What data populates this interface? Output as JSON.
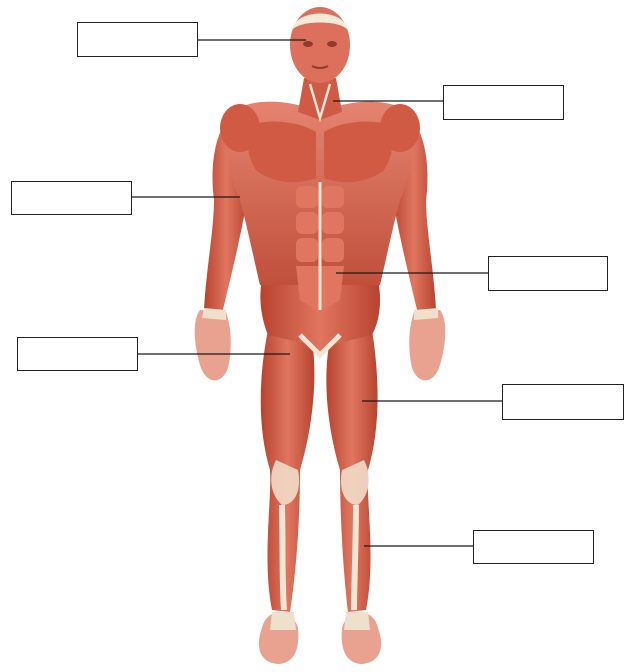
{
  "diagram": {
    "colors": {
      "muscle": "#d9634f",
      "muscle_dark": "#b2412f",
      "muscle_light": "#ec8f7c",
      "tendon": "#f3e5d3",
      "bone": "#f6ede0",
      "leader_line": "#1a1a1a",
      "box_border": "#222222",
      "background": "#ffffff"
    },
    "labels": [
      {
        "id": "b1",
        "text": ""
      },
      {
        "id": "b2",
        "text": ""
      },
      {
        "id": "b3",
        "text": ""
      },
      {
        "id": "b4",
        "text": ""
      },
      {
        "id": "b5",
        "text": ""
      },
      {
        "id": "b6",
        "text": ""
      },
      {
        "id": "b7",
        "text": ""
      }
    ]
  }
}
